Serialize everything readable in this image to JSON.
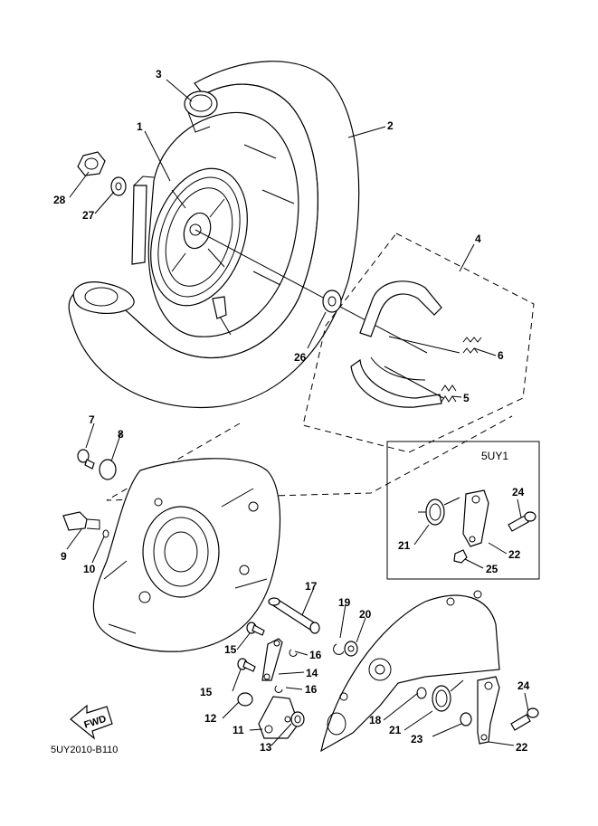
{
  "diagram_code": "5UY2010-B110",
  "inset_label": "5UY1",
  "fwd_label": "FWD",
  "callouts": [
    {
      "id": "c1",
      "text": "1"
    },
    {
      "id": "c2",
      "text": "2"
    },
    {
      "id": "c3",
      "text": "3"
    },
    {
      "id": "c4",
      "text": "4"
    },
    {
      "id": "c5",
      "text": "5"
    },
    {
      "id": "c6",
      "text": "6"
    },
    {
      "id": "c7",
      "text": "7"
    },
    {
      "id": "c8",
      "text": "8"
    },
    {
      "id": "c9",
      "text": "9"
    },
    {
      "id": "c10",
      "text": "10"
    },
    {
      "id": "c11",
      "text": "11"
    },
    {
      "id": "c12",
      "text": "12"
    },
    {
      "id": "c13",
      "text": "13"
    },
    {
      "id": "c14",
      "text": "14"
    },
    {
      "id": "c15a",
      "text": "15"
    },
    {
      "id": "c15b",
      "text": "15"
    },
    {
      "id": "c16a",
      "text": "16"
    },
    {
      "id": "c16b",
      "text": "16"
    },
    {
      "id": "c17",
      "text": "17"
    },
    {
      "id": "c18",
      "text": "18"
    },
    {
      "id": "c19",
      "text": "19"
    },
    {
      "id": "c20",
      "text": "20"
    },
    {
      "id": "c21a",
      "text": "21"
    },
    {
      "id": "c21b",
      "text": "21"
    },
    {
      "id": "c22a",
      "text": "22"
    },
    {
      "id": "c22b",
      "text": "22"
    },
    {
      "id": "c23",
      "text": "23"
    },
    {
      "id": "c24a",
      "text": "24"
    },
    {
      "id": "c24b",
      "text": "24"
    },
    {
      "id": "c25",
      "text": "25"
    },
    {
      "id": "c26",
      "text": "26"
    },
    {
      "id": "c27",
      "text": "27"
    },
    {
      "id": "c28",
      "text": "28"
    }
  ]
}
